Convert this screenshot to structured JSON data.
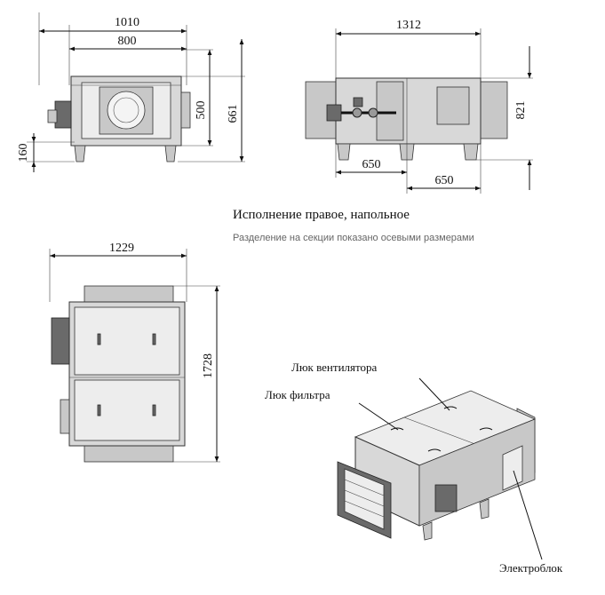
{
  "front_view": {
    "width_overall": "1010",
    "width_body": "800",
    "height_body": "500",
    "height_overall": "661",
    "leg_height": "160"
  },
  "side_view": {
    "length": "1312",
    "height": "821",
    "section_left": "650",
    "section_right": "650"
  },
  "caption": {
    "title": "Исполнение правое, напольное",
    "note": "Разделение на секции показано осевыми размерами"
  },
  "top_view": {
    "width": "1229",
    "length": "1728"
  },
  "iso_view": {
    "fan_hatch_label": "Люк вентилятора",
    "filter_hatch_label": "Люк фильтра",
    "electrical_block_label": "Электроблок"
  }
}
